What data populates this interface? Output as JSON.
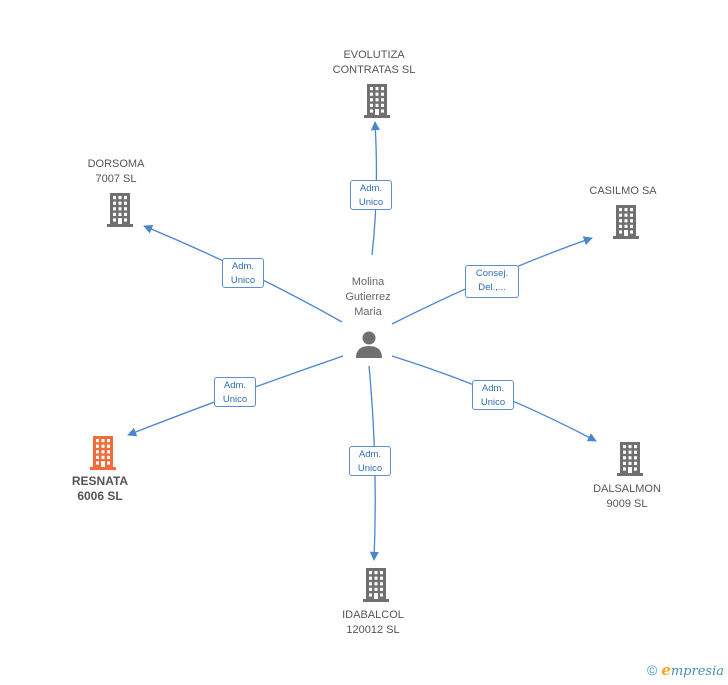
{
  "center": {
    "lines": [
      "Molina",
      "Gutierrez",
      "Maria"
    ],
    "icon": "person-icon"
  },
  "nodes": [
    {
      "id": "evolutiza",
      "lines": [
        "EVOLUTIZA",
        "CONTRATAS SL"
      ],
      "icon": "building-icon",
      "color": "#707070",
      "highlight": false
    },
    {
      "id": "dorsoma",
      "lines": [
        "DORSOMA",
        "7007  SL"
      ],
      "icon": "building-icon",
      "color": "#707070",
      "highlight": false
    },
    {
      "id": "casilmo",
      "lines": [
        "CASILMO SA"
      ],
      "icon": "building-icon",
      "color": "#707070",
      "highlight": false
    },
    {
      "id": "resnata",
      "lines": [
        "RESNATA",
        "6006 SL"
      ],
      "icon": "building-icon",
      "color": "#f26c3a",
      "highlight": true
    },
    {
      "id": "dalsalmon",
      "lines": [
        "DALSALMON",
        "9009  SL"
      ],
      "icon": "building-icon",
      "color": "#707070",
      "highlight": false
    },
    {
      "id": "idabalcol",
      "lines": [
        "IDABALCOL",
        "120012  SL"
      ],
      "icon": "building-icon",
      "color": "#707070",
      "highlight": false
    }
  ],
  "edges": [
    {
      "to": "evolutiza",
      "label": [
        "Adm.",
        "Unico"
      ]
    },
    {
      "to": "dorsoma",
      "label": [
        "Adm.",
        "Unico"
      ]
    },
    {
      "to": "casilmo",
      "label": [
        "Consej.",
        "Del.,..."
      ]
    },
    {
      "to": "resnata",
      "label": [
        "Adm.",
        "Unico"
      ]
    },
    {
      "to": "dalsalmon",
      "label": [
        "Adm.",
        "Unico"
      ]
    },
    {
      "to": "idabalcol",
      "label": [
        "Adm.",
        "Unico"
      ]
    }
  ],
  "colors": {
    "edge": "#4a86d0",
    "person": "#707070"
  },
  "footer": {
    "copyright": "©",
    "brand_initial": "e",
    "brand_rest": "mpresia"
  }
}
